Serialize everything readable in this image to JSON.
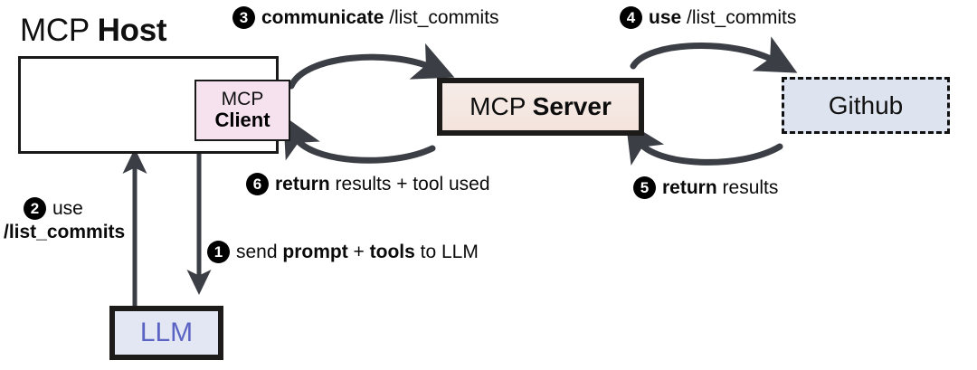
{
  "diagram": {
    "title": "MCP Host",
    "title_light": "MCP ",
    "title_bold": "Host",
    "nodes": {
      "host": {
        "label": "MCP Host",
        "fill": "#ffffff",
        "border": "#1a1a1a"
      },
      "client": {
        "line1": "MCP",
        "line2": "Client",
        "fill": "#f6e2ef",
        "border": "#1a1a1a"
      },
      "server": {
        "label_light": "MCP ",
        "label_bold": "Server",
        "full_label": "MCP Server",
        "fill": "#f4e6e0",
        "border": "#1d1b1a"
      },
      "github": {
        "label": "Github",
        "fill": "#dde4ef",
        "border": "#111111",
        "border_style": "dashed"
      },
      "llm": {
        "label": "LLM",
        "fill": "#e2e7f3",
        "border": "#1d1b1a",
        "text_color": "#5b63c4"
      }
    },
    "steps": [
      {
        "num": "1",
        "bold_lead": "send ",
        "text": "prompt + tools to LLM",
        "full": "send prompt + tools to LLM"
      },
      {
        "num": "2",
        "line1": "use",
        "line2": "/list_commits",
        "full": "use /list_commits"
      },
      {
        "num": "3",
        "bold": "communicate",
        "rest": " /list_commits",
        "full": "communicate /list_commits"
      },
      {
        "num": "4",
        "bold": "use",
        "rest": " /list_commits",
        "full": "use /list_commits"
      },
      {
        "num": "5",
        "bold": "return",
        "rest": " results",
        "full": "return results"
      },
      {
        "num": "6",
        "bold": "return",
        "rest": " results + tool used",
        "full": "return results + tool used"
      }
    ],
    "step1_parts": {
      "pre": "send ",
      "b1": "prompt",
      "mid": " + ",
      "b2": "tools",
      "post": " to LLM"
    },
    "arrow_color": "#3b3f45"
  }
}
